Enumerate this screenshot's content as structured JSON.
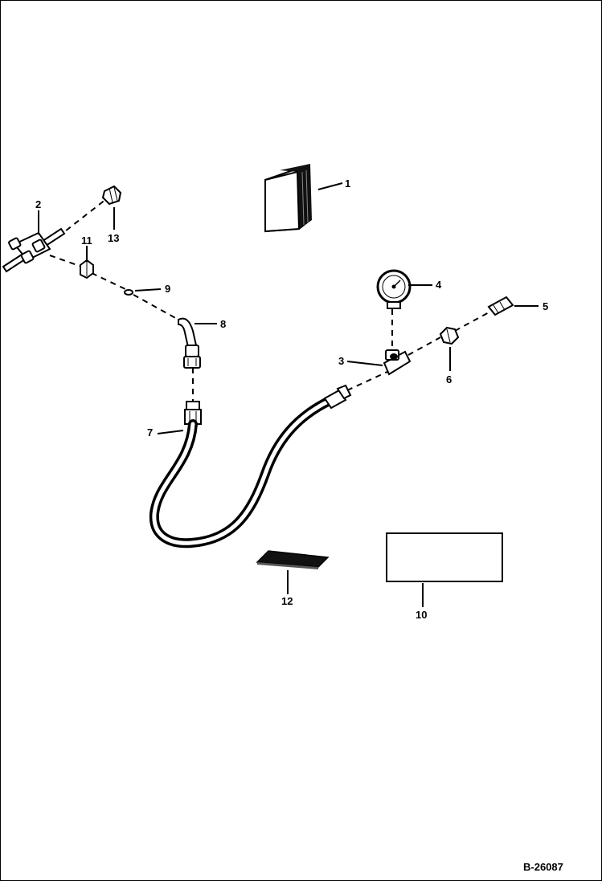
{
  "drawing": {
    "number": "B-26087",
    "callouts": [
      "1",
      "2",
      "3",
      "4",
      "5",
      "6",
      "7",
      "8",
      "9",
      "10",
      "11",
      "12",
      "13"
    ]
  },
  "parts": [
    {
      "callout": "1",
      "icon": "manual-box-icon"
    },
    {
      "callout": "2",
      "icon": "tee-manifold-icon"
    },
    {
      "callout": "3",
      "icon": "tee-fitting-icon"
    },
    {
      "callout": "4",
      "icon": "pressure-gauge-icon"
    },
    {
      "callout": "5",
      "icon": "nipple-fitting-icon"
    },
    {
      "callout": "6",
      "icon": "nut-icon"
    },
    {
      "callout": "7",
      "icon": "hose-assembly-icon"
    },
    {
      "callout": "8",
      "icon": "elbow-fitting-icon"
    },
    {
      "callout": "9",
      "icon": "o-ring-icon"
    },
    {
      "callout": "10",
      "icon": "decal-rectangle-icon"
    },
    {
      "callout": "11",
      "icon": "adapter-nut-icon"
    },
    {
      "callout": "12",
      "icon": "tape-strip-icon"
    },
    {
      "callout": "13",
      "icon": "plug-icon"
    }
  ]
}
